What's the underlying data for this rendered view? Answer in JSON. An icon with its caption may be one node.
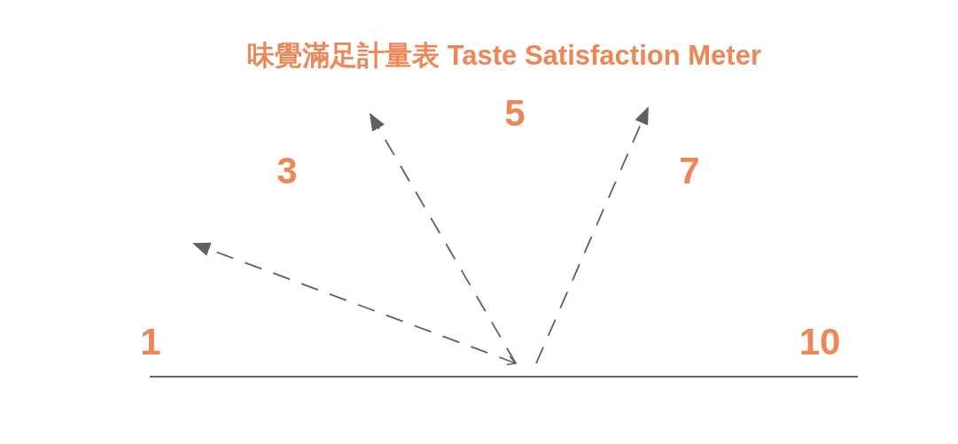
{
  "diagram": {
    "title": "味覺滿足計量表 Taste Satisfaction Meter",
    "labels": [
      "5",
      "3",
      "7",
      "1",
      "10"
    ]
  }
}
